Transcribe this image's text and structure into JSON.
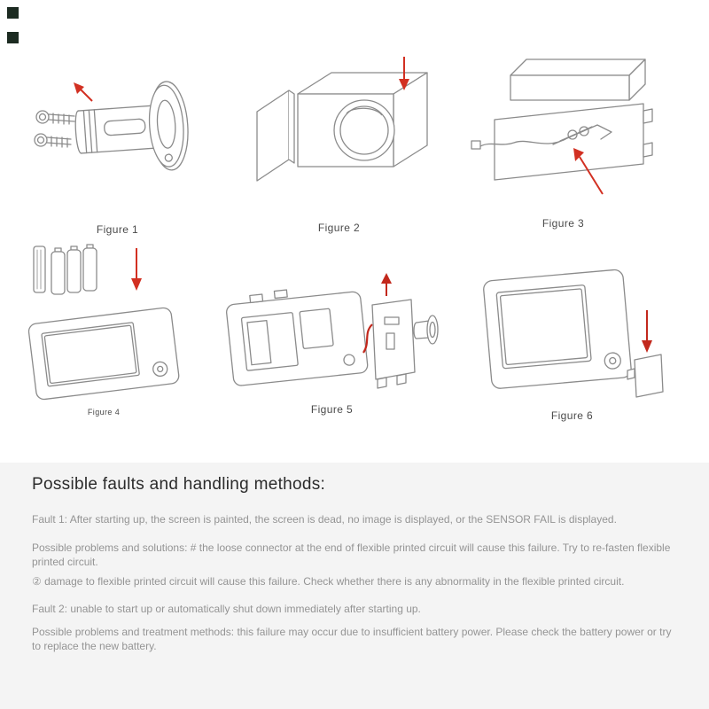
{
  "page": {
    "background": "#ffffff",
    "section_background": "#f4f4f4",
    "line_art_color": "#8b8b8b",
    "arrow_color": "#d23022",
    "heading_color": "#2b2b2b",
    "body_text_color": "#949494"
  },
  "figures": [
    {
      "label": "Figure 1"
    },
    {
      "label": "Figure 2"
    },
    {
      "label": "Figure 3"
    },
    {
      "label": "Figure 4"
    },
    {
      "label": "Figure 5"
    },
    {
      "label": "Figure 6"
    }
  ],
  "faults": {
    "heading": "Possible faults and handling methods:",
    "paragraphs": [
      "Fault 1: After starting up, the screen is painted, the screen is dead, no image is displayed, or the SENSOR FAIL is displayed.",
      "Possible problems and solutions: # the loose connector at the end of flexible printed circuit will cause this failure. Try to re-fasten flexible printed circuit.",
      "② damage to flexible printed circuit will cause this failure. Check whether there is any abnormality in the flexible printed circuit.",
      "Fault 2: unable to start up or automatically shut down immediately after starting up.",
      "Possible problems and treatment methods: this failure may occur due to insufficient battery power. Please check the battery power or try to replace the new battery."
    ]
  }
}
